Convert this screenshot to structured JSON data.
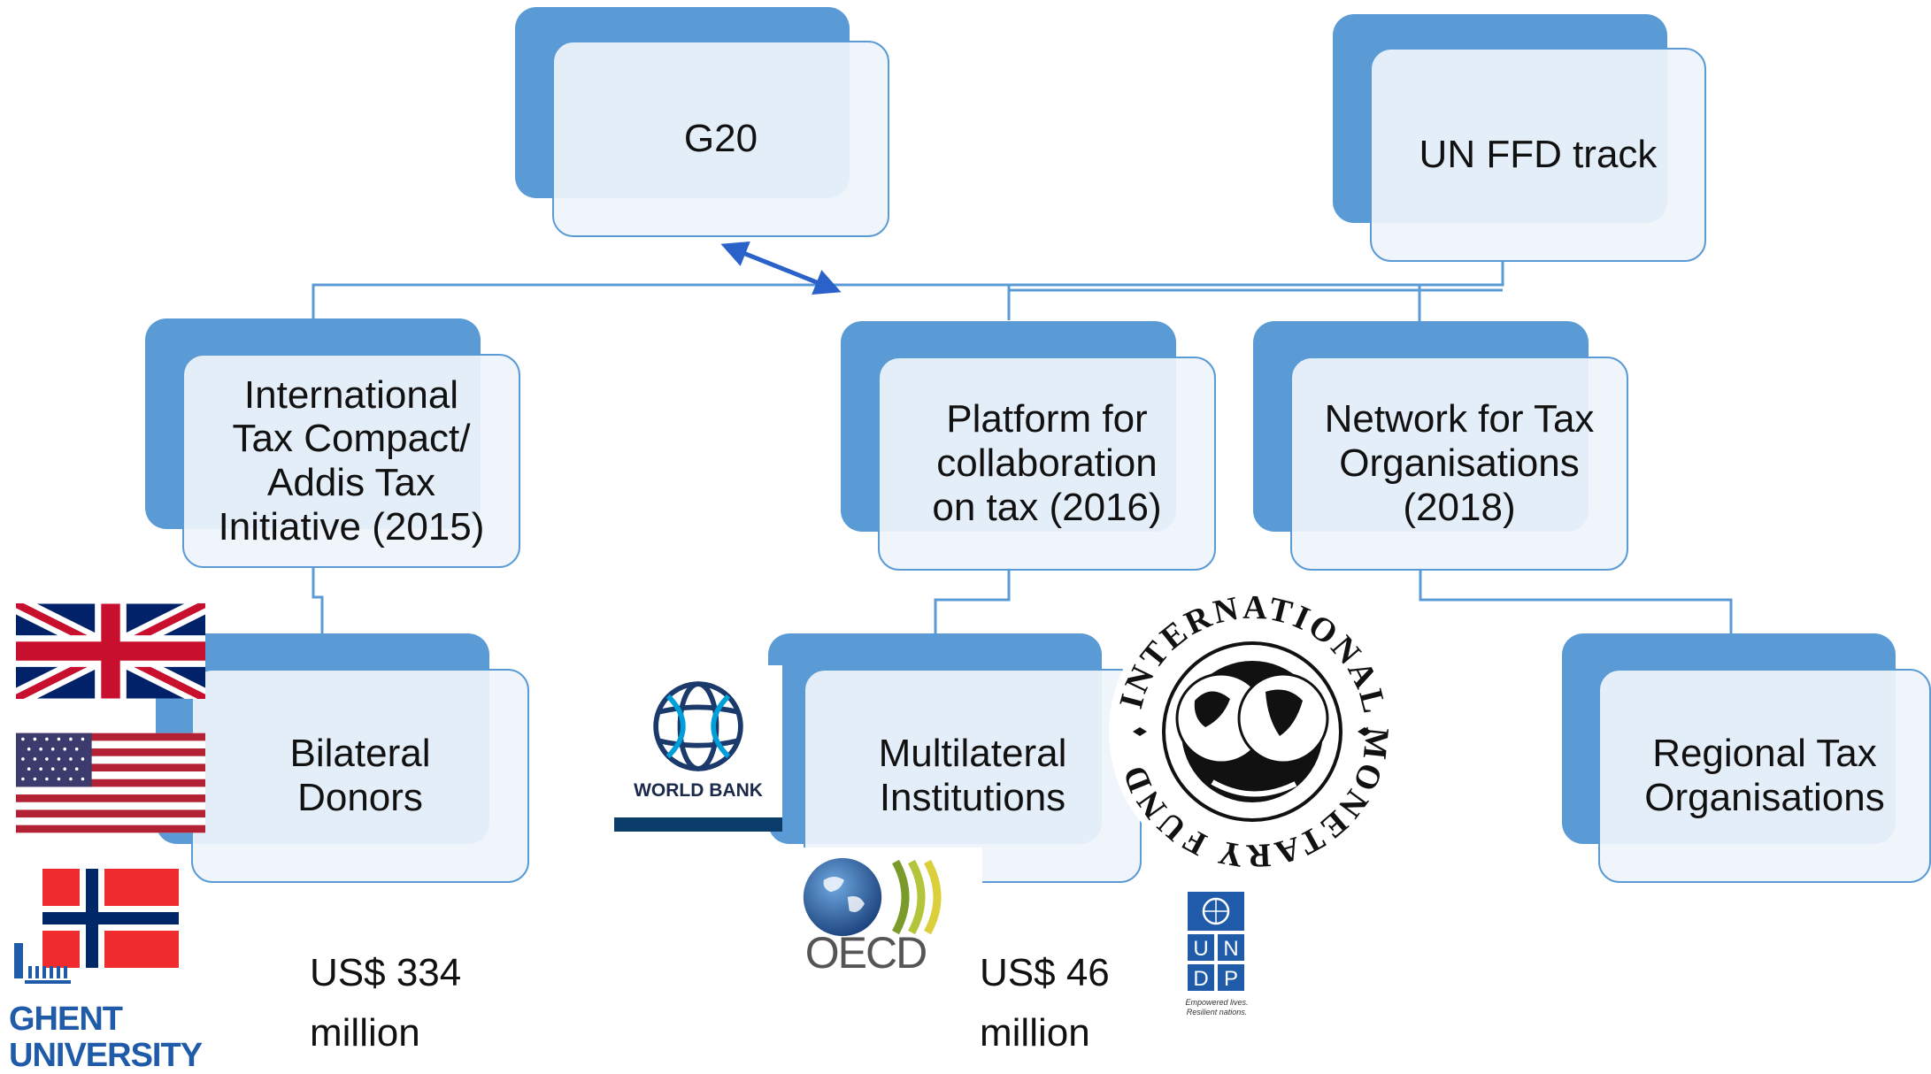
{
  "nodes": {
    "g20": "G20",
    "un_ffd": "UN FFD track",
    "itc": "International\nTax Compact/\nAddis Tax\nInitiative (2015)",
    "pct": "Platform for\ncollaboration\non tax (2016)",
    "nto": "Network for Tax\nOrganisations\n(2018)",
    "bilateral": "Bilateral\nDonors",
    "multilateral": "Multilateral\nInstitutions",
    "regional": "Regional Tax\nOrganisations"
  },
  "amounts": {
    "bilateral": "US$ 334\nmillion",
    "multilateral": "US$ 46\nmillion"
  },
  "logos": {
    "world_bank": "WORLD BANK",
    "oecd": "OECD",
    "imf_ring": "INTERNATIONAL MONETARY FUND",
    "undp_letters": [
      "U",
      "N",
      "D",
      "P"
    ],
    "undp_tagline": "Empowered lives.\nResilient nations.",
    "ghent": "GHENT\nUNIVERSITY"
  },
  "colors": {
    "box_dark": "#5b9bd5",
    "box_light": "#eff4fb",
    "connector": "#5b9bd5",
    "arrow": "#2a62c9",
    "ghent_blue": "#1f5ba8",
    "undp_blue": "#1f5ba8"
  }
}
